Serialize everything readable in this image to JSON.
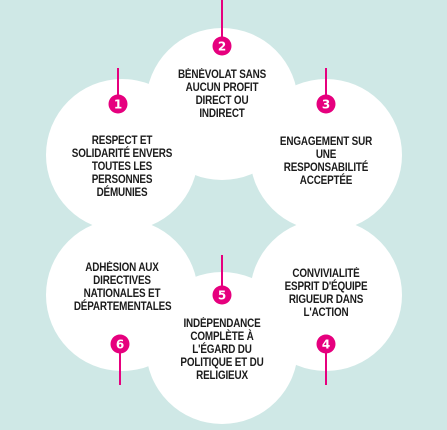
{
  "colors": {
    "background": "#cfe8e6",
    "circle": "#ffffff",
    "accent": "#e6007e",
    "text": "#1b1b1b"
  },
  "values": [
    {
      "number": "1",
      "text": "Respect et solidarité envers toutes les personnes démunies"
    },
    {
      "number": "2",
      "text": "Bénévolat sans aucun profit direct ou indirect"
    },
    {
      "number": "3",
      "text": "Engagement sur une responsabilité acceptée"
    },
    {
      "number": "4",
      "text": "Convivialité esprit d'équipe rigueur dans l'action"
    },
    {
      "number": "5",
      "text": "Indépendance complète à l'égard du politique et du religieux"
    },
    {
      "number": "6",
      "text": "Adhésion aux directives nationales et départementales"
    }
  ]
}
